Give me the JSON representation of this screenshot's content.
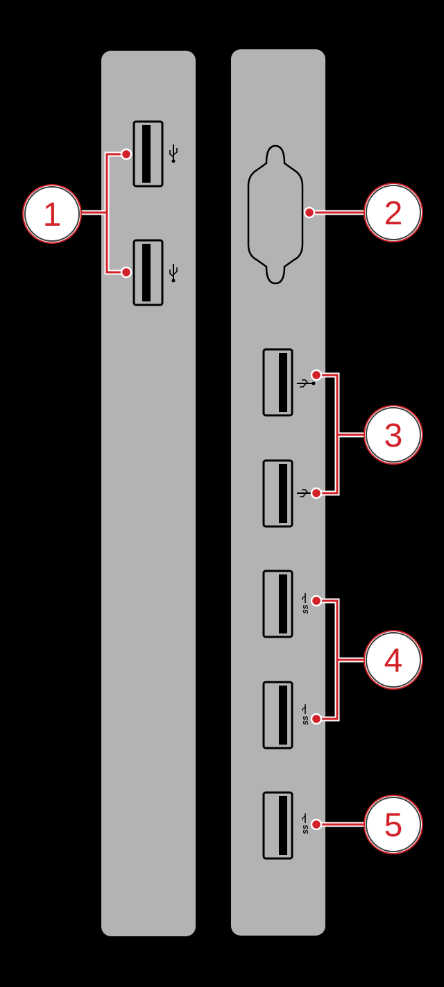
{
  "callouts": [
    {
      "label": "1",
      "description": "USB ports (left panel)"
    },
    {
      "label": "2",
      "description": "Serial port"
    },
    {
      "label": "3",
      "description": "USB 2.0 ports"
    },
    {
      "label": "4",
      "description": "USB 3 ports"
    },
    {
      "label": "5",
      "description": "USB 3 port"
    }
  ],
  "colors": {
    "background": "#000000",
    "panel": "#b3b3b3",
    "accent": "#d22128",
    "outline": "#ffffff",
    "port": "#000000"
  },
  "icons": {
    "usb": "usb-icon",
    "usb_superspeed": "usb-ss-icon",
    "serial": "serial-port-icon"
  }
}
